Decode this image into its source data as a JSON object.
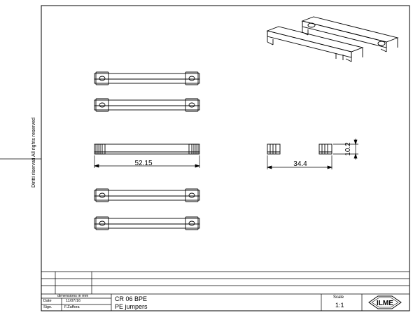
{
  "side_notes": {
    "rights_italian": "Diritti riservati",
    "rights_english": "All rights reserved"
  },
  "dimensions": {
    "length": "52.15",
    "width": "34.4",
    "height": "10.2"
  },
  "title_block": {
    "units_note": "dimensions in mm",
    "date_label": "Date",
    "date_value": "11/07/16",
    "sign_label": "Sign.",
    "sign_value": "F.Zaffora",
    "part_code": "CR 06 BPE",
    "part_name": "PE jumpers",
    "scale_label": "Scale",
    "scale_value": "1:1",
    "logo_text": "ILME"
  }
}
